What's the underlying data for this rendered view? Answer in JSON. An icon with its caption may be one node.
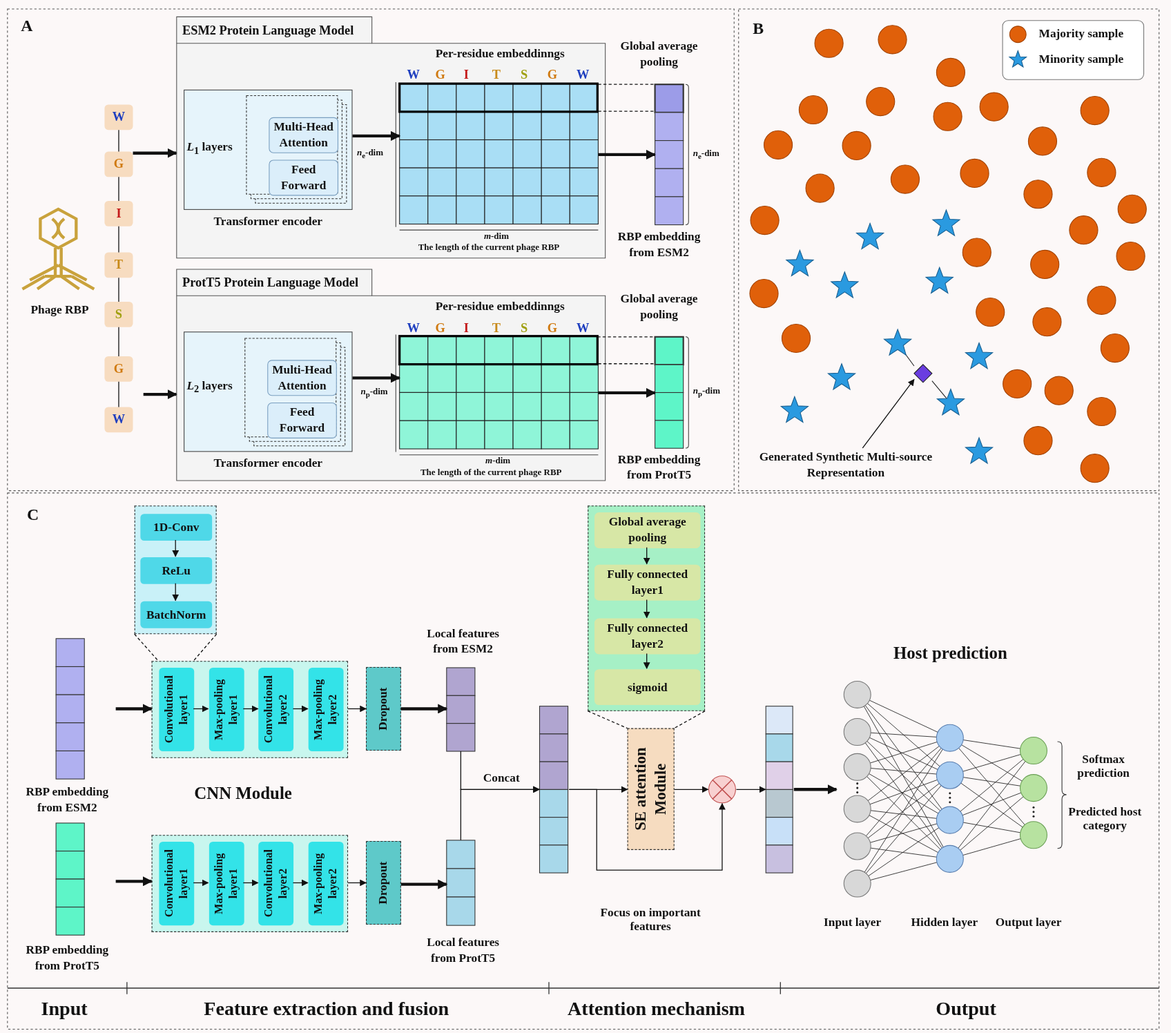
{
  "diagram": {
    "nodes": [
      {
        "text": [
          "Phage RBP"
        ]
      },
      {
        "text": [
          "W"
        ]
      },
      {
        "text": [
          "G"
        ]
      },
      {
        "text": [
          "I"
        ]
      },
      {
        "text": [
          "T"
        ]
      },
      {
        "text": [
          "S"
        ]
      },
      {
        "text": [
          "G"
        ]
      },
      {
        "text": [
          "W"
        ]
      },
      {
        "text": [
          "ESM2 Protein Language Model"
        ]
      },
      {
        "text": [
          "*L*$_{1}$ layers"
        ],
        "beside": [
          "Transformer encoder"
        ],
        "in": 8
      },
      {
        "text": [],
        "shape": "box",
        "in": 9
      },
      {
        "text": [
          "Multi-Head Attention"
        ],
        "in": 10
      },
      {
        "text": [
          "Feed Forward"
        ],
        "in": 10
      },
      {
        "text": [
          "Per-residue embeddinngs"
        ],
        "in": 8
      },
      {
        "text": [
          "Global average pooling"
        ],
        "beside": [
          "RBP embedding from ESM2"
        ]
      },
      {
        "text": [
          "ProtT5 Protein Language Model"
        ]
      },
      {
        "text": [
          "*L*$_{2}$ layers"
        ],
        "beside": [
          "Transformer encoder"
        ],
        "in": 15
      },
      {
        "text": [],
        "shape": "box",
        "in": 16
      },
      {
        "text": [
          "Multi-Head Attention"
        ],
        "in": 17
      },
      {
        "text": [
          "Feed Forward"
        ],
        "in": 17
      },
      {
        "text": [
          "Per-residue embeddinngs"
        ],
        "in": 15
      },
      {
        "text": [
          "Global average pooling"
        ],
        "beside": [
          "RBP embedding from ProtT5"
        ]
      },
      {
        "text": [
          "Generated Synthetic Multi-source Representation"
        ]
      },
      {
        "text": [],
        "shape": "diamond"
      },
      {
        "text": [
          "RBP embedding from ESM2"
        ]
      },
      {
        "text": [
          "RBP embedding from ProtT5"
        ]
      },
      {
        "text": [],
        "shape": "box"
      },
      {
        "text": [
          "1D-Conv"
        ],
        "in": 26
      },
      {
        "text": [
          "ReLu"
        ],
        "in": 26
      },
      {
        "text": [
          "BatchNorm"
        ],
        "in": 26
      },
      {
        "text": [],
        "shape": "box"
      },
      {
        "text": [
          "Convolutional layer1"
        ],
        "in": 30
      },
      {
        "text": [
          "Max-pooling layer1"
        ],
        "in": 30
      },
      {
        "text": [
          "Convolutional layer2"
        ],
        "in": 30
      },
      {
        "text": [
          "Max-pooling layer2"
        ],
        "in": 30
      },
      {
        "text": [
          "Dropout"
        ]
      },
      {
        "text": [
          "Local features from ESM2"
        ]
      },
      {
        "text": [],
        "shape": "box"
      },
      {
        "text": [
          "Convolutional layer1"
        ],
        "in": 37
      },
      {
        "text": [
          "Max-pooling layer1"
        ],
        "in": 37
      },
      {
        "text": [
          "Convolutional layer2"
        ],
        "in": 37
      },
      {
        "text": [
          "Max-pooling layer2"
        ],
        "in": 37
      },
      {
        "text": [
          "Dropout"
        ]
      },
      {
        "text": [
          "Local features from ProtT5"
        ]
      },
      {
        "text": [],
        "shape": "bar"
      },
      {
        "text": [],
        "shape": "box"
      },
      {
        "text": [
          "Global average pooling"
        ],
        "in": 45
      },
      {
        "text": [
          "Fully connected layer1"
        ],
        "in": 45
      },
      {
        "text": [
          "Fully connected layer2"
        ],
        "in": 45
      },
      {
        "text": [
          "sigmoid"
        ],
        "in": 45
      },
      {
        "text": [
          "SE attention Module"
        ]
      },
      {
        "text": [],
        "shape": "circle"
      },
      {
        "text": [],
        "shape": "bar"
      },
      {
        "text": [
          "Host prediction"
        ]
      }
    ],
    "edges": [
      {
        "from": 1,
        "to": 2,
        "arrow": "none"
      },
      {
        "from": 2,
        "to": 3,
        "arrow": "none"
      },
      {
        "from": 3,
        "to": 4,
        "arrow": "none"
      },
      {
        "from": 4,
        "to": 5,
        "arrow": "none"
      },
      {
        "from": 5,
        "to": 6,
        "arrow": "none"
      },
      {
        "from": 6,
        "to": 7,
        "arrow": "none"
      },
      {
        "from": 2,
        "to": 8,
        "arrow": "to",
        "style": "thick"
      },
      {
        "from": 9,
        "to": 13,
        "arrow": "to",
        "style": "thick"
      },
      {
        "from": 13,
        "to": 14,
        "arrow": "to",
        "style": "thick"
      },
      {
        "from": 13,
        "to": 14,
        "arrow": "none",
        "style": "dashed"
      },
      {
        "from": 13,
        "to": 14,
        "arrow": "none",
        "style": "dashed"
      },
      {
        "from": null,
        "to": 15,
        "arrow": "to",
        "style": "thick"
      },
      {
        "from": 16,
        "to": 20,
        "arrow": "to",
        "style": "thick"
      },
      {
        "from": 20,
        "to": 21,
        "arrow": "to",
        "style": "thick"
      },
      {
        "from": 20,
        "to": 21,
        "arrow": "none",
        "style": "dashed"
      },
      {
        "from": 20,
        "to": 21,
        "arrow": "none",
        "style": "dashed"
      },
      {
        "from": 22,
        "to": 23,
        "arrow": "to"
      },
      {
        "from": 27,
        "to": 28,
        "arrow": "to"
      },
      {
        "from": 28,
        "to": 29,
        "arrow": "to"
      },
      {
        "from": 26,
        "to": 30,
        "arrow": "none",
        "style": "dashed"
      },
      {
        "from": 24,
        "to": 30,
        "arrow": "to",
        "style": "thick"
      },
      {
        "from": 31,
        "to": 32,
        "arrow": "to"
      },
      {
        "from": 32,
        "to": 33,
        "arrow": "to"
      },
      {
        "from": 33,
        "to": 34,
        "arrow": "to"
      },
      {
        "from": 30,
        "to": 35,
        "arrow": "to"
      },
      {
        "from": 35,
        "to": 36,
        "arrow": "to",
        "style": "thick"
      },
      {
        "from": 25,
        "to": 37,
        "arrow": "to",
        "style": "thick"
      },
      {
        "from": 38,
        "to": 39,
        "arrow": "to"
      },
      {
        "from": 39,
        "to": 40,
        "arrow": "to"
      },
      {
        "from": 40,
        "to": 41,
        "arrow": "to"
      },
      {
        "from": 37,
        "to": 42,
        "arrow": "to"
      },
      {
        "from": 42,
        "to": 43,
        "arrow": "to",
        "style": "thick"
      },
      {
        "from": 36,
        "to": 44,
        "arrow": "to",
        "label": "Concat"
      },
      {
        "from": 43,
        "to": 44,
        "arrow": "to"
      },
      {
        "from": 46,
        "to": 47,
        "arrow": "to"
      },
      {
        "from": 47,
        "to": 48,
        "arrow": "to"
      },
      {
        "from": 48,
        "to": 49,
        "arrow": "to"
      },
      {
        "from": 45,
        "to": 50,
        "arrow": "none",
        "style": "dashed"
      },
      {
        "from": 44,
        "to": 50,
        "arrow": "to"
      },
      {
        "from": 50,
        "to": 51,
        "arrow": "to"
      },
      {
        "from": 44,
        "to": 51,
        "arrow": "to"
      },
      {
        "from": 51,
        "to": 52,
        "arrow": "to"
      },
      {
        "from": 52,
        "to": 53,
        "arrow": "to",
        "style": "thick"
      }
    ],
    "labels": [
      "A",
      "W",
      "G",
      "I",
      "T",
      "S",
      "G",
      "W",
      "*n*$_{e}$-dim",
      "*n*$_{e}$-dim",
      "*m*-dim",
      "The length of the current phage RBP",
      "W",
      "G",
      "I",
      "T",
      "S",
      "G",
      "W",
      "*n*$_{p}$-dim",
      "*n*$_{p}$-dim",
      "*m*-dim",
      "The length of the current phage RBP",
      "B",
      "C",
      "CNN Module",
      "Focus on important features",
      "Input layer",
      "Hidden layer",
      "Output layer",
      "Softmax prediction",
      "Predicted host category",
      "Input",
      "Feature extraction and fusion",
      "Attention mechanism",
      "Output"
    ],
    "legend": [
      {
        "text": "Majority sample"
      },
      {
        "text": "Minority sample"
      }
    ]
  }
}
